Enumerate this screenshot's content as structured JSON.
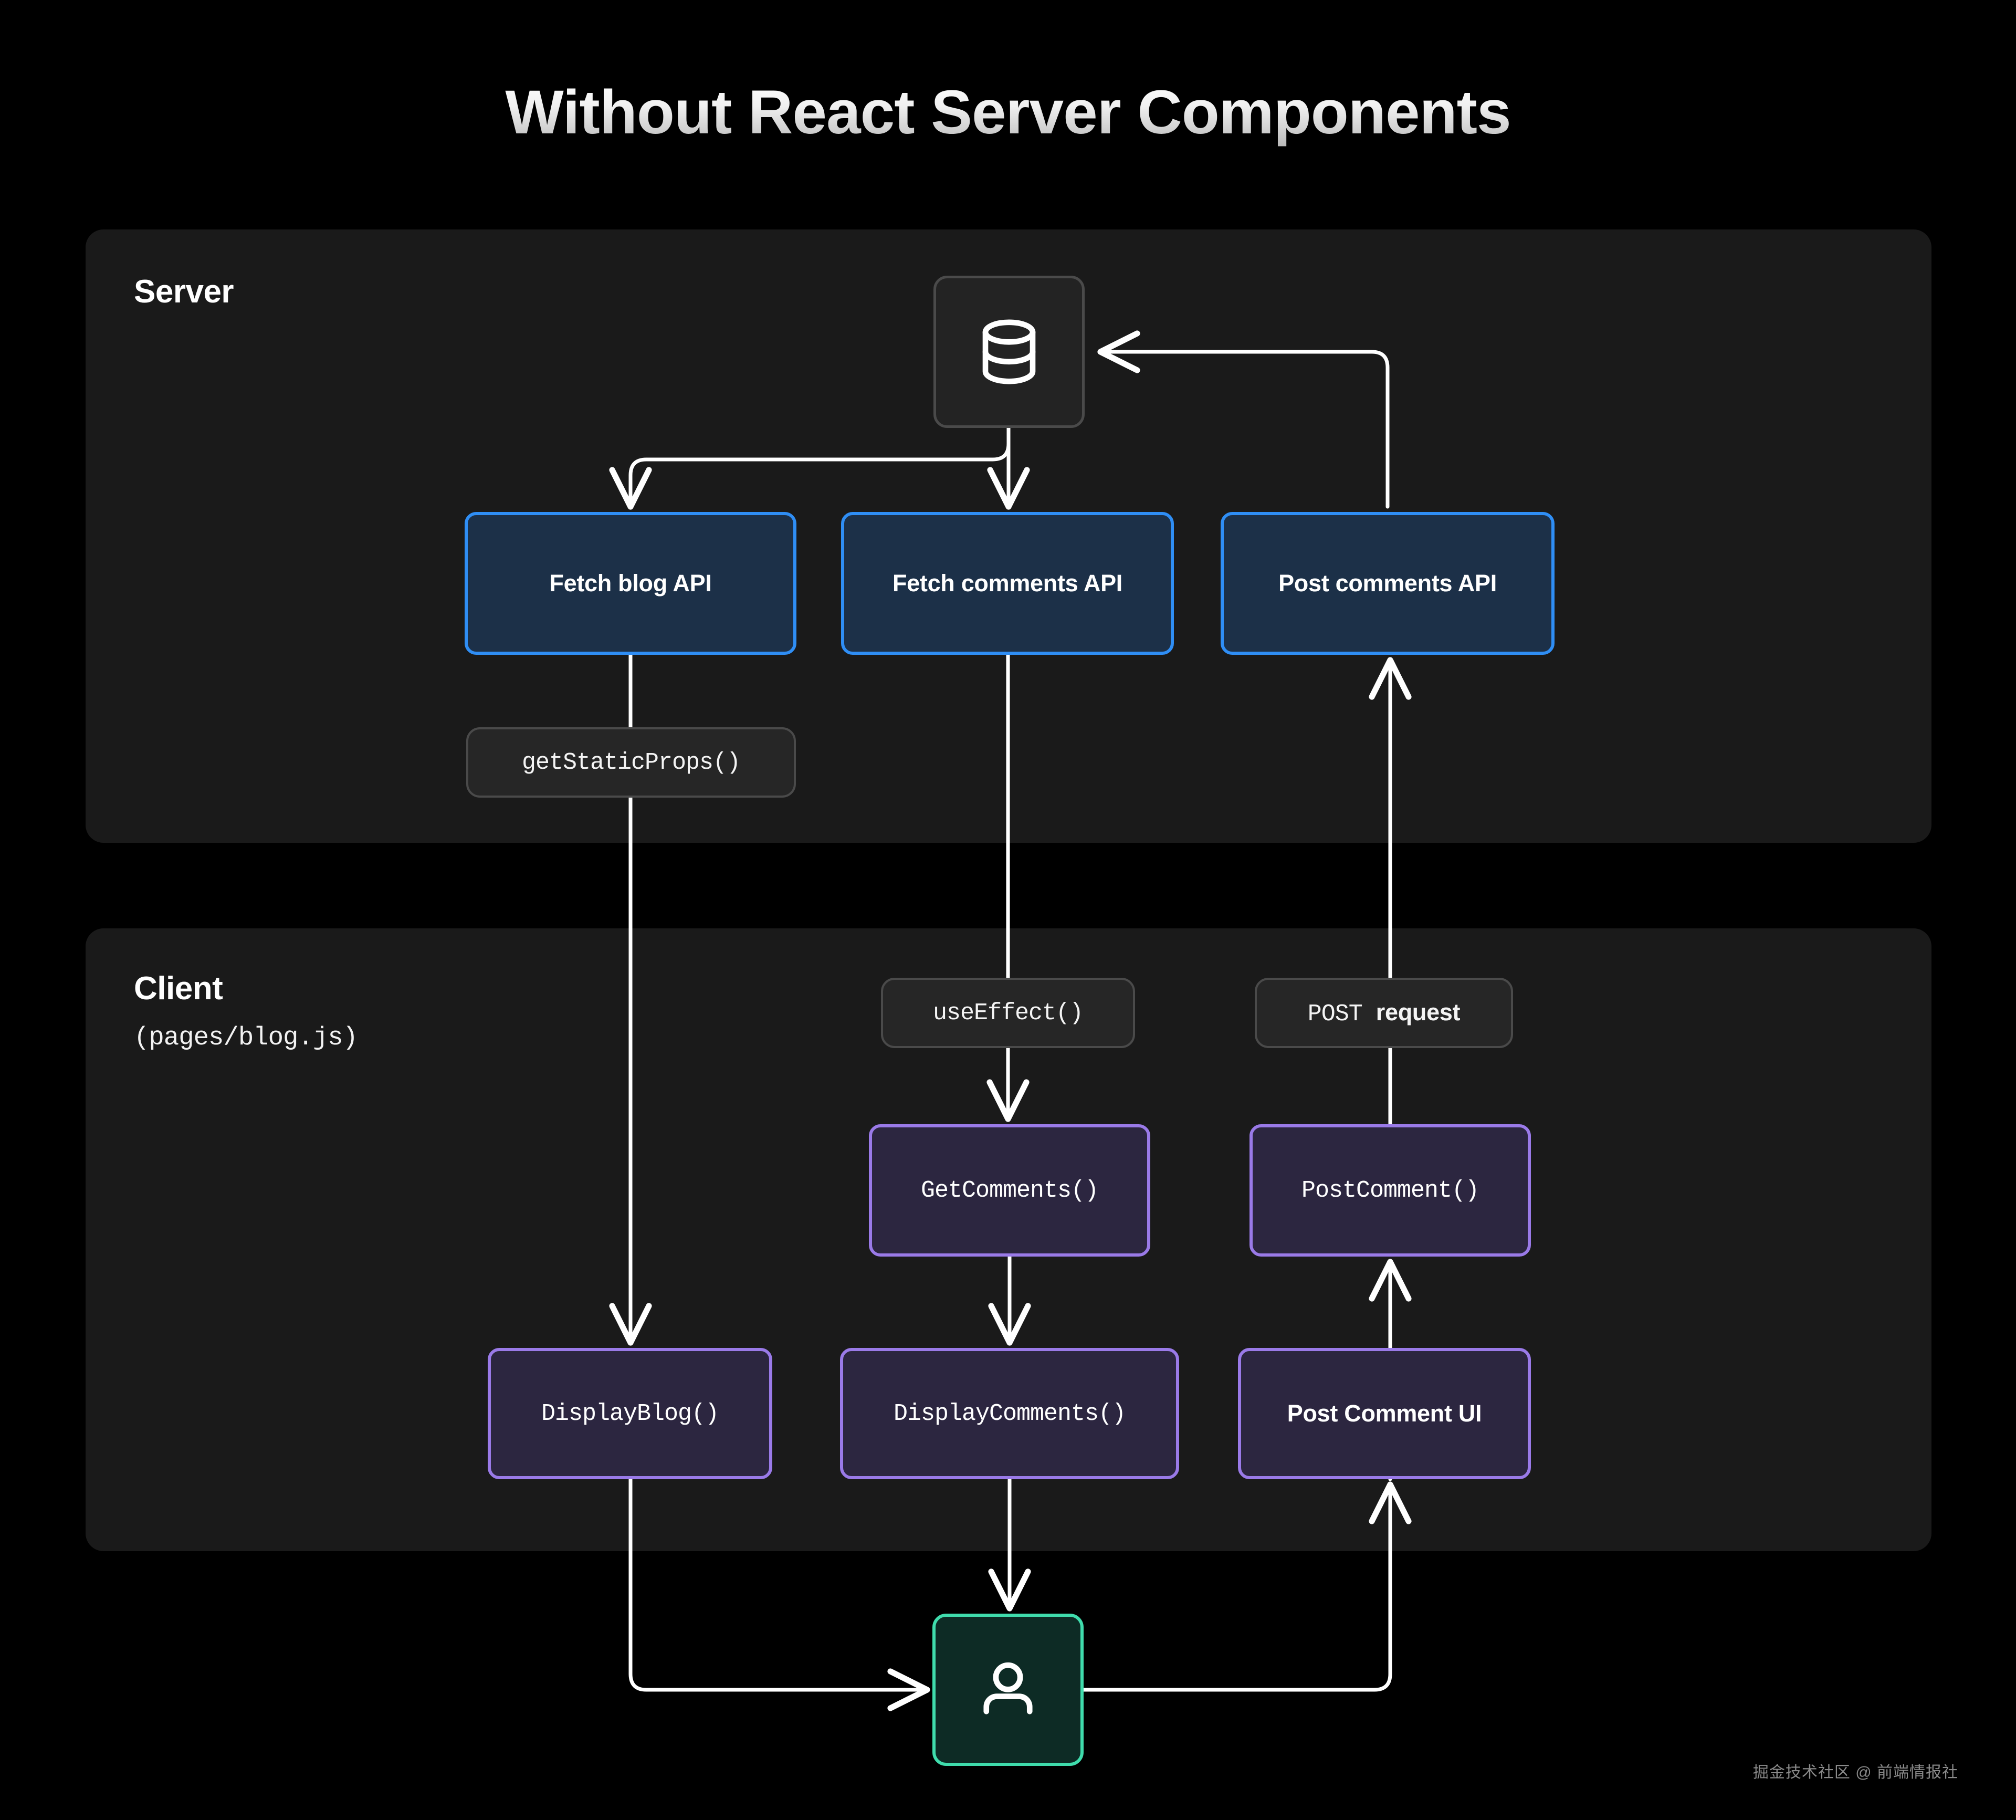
{
  "title": "Without React Server Components",
  "colors": {
    "background": "#000000",
    "panel": "#1a1a1a",
    "api_border": "#2f8ef5",
    "api_fill": "#1c3048",
    "component_border": "#9a7ae8",
    "component_fill": "#2c2640",
    "user_border": "#3fdcac",
    "user_fill": "#0d2b25",
    "pill_fill": "#262626",
    "pill_border": "#4a4a4a",
    "arrow": "#ffffff"
  },
  "server": {
    "title": "Server",
    "database_icon": "database-icon",
    "api_boxes": [
      {
        "id": "fetch-blog",
        "label": "Fetch blog API"
      },
      {
        "id": "fetch-comments",
        "label": "Fetch  comments API"
      },
      {
        "id": "post-comments",
        "label": "Post comments API"
      }
    ],
    "pills": [
      {
        "id": "getstaticprops",
        "label": "getStaticProps()"
      }
    ]
  },
  "client": {
    "title": "Client",
    "subtitle": "(pages/blog.js)",
    "pills": [
      {
        "id": "useeffect",
        "label": "useEffect()"
      },
      {
        "id": "post-request",
        "label_mono": "POST",
        "label_bold": "request"
      }
    ],
    "components": [
      {
        "id": "getcomments",
        "label": "GetComments()"
      },
      {
        "id": "postcomment",
        "label": "PostComment()"
      },
      {
        "id": "displayblog",
        "label": "DisplayBlog()"
      },
      {
        "id": "displaycomments",
        "label": "DisplayComments()"
      },
      {
        "id": "postcommentui",
        "label": "Post Comment UI"
      }
    ]
  },
  "user": {
    "icon": "user-icon"
  },
  "watermark": "掘金技术社区 @ 前端情报社"
}
